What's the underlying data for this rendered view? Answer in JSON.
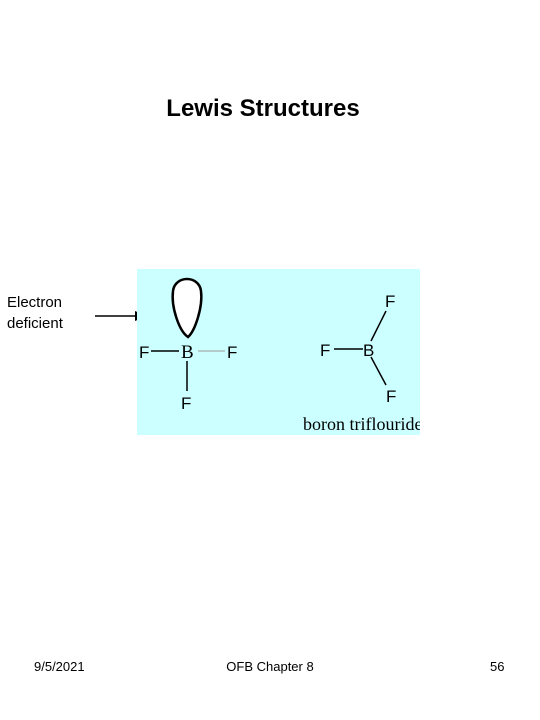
{
  "slide": {
    "title": "Lewis Structures"
  },
  "annotation": {
    "line1": "Electron",
    "line2": "deficient"
  },
  "figure": {
    "background_color": "#ccffff",
    "left_structure": {
      "central": "B",
      "left": "F",
      "right": "F",
      "bottom": "F"
    },
    "right_structure": {
      "central": "B",
      "left": "F",
      "upper": "F",
      "lower": "F"
    },
    "caption": "boron triflouride"
  },
  "footer": {
    "date": "9/5/2021",
    "center": "OFB Chapter 8",
    "page_number": "56"
  }
}
